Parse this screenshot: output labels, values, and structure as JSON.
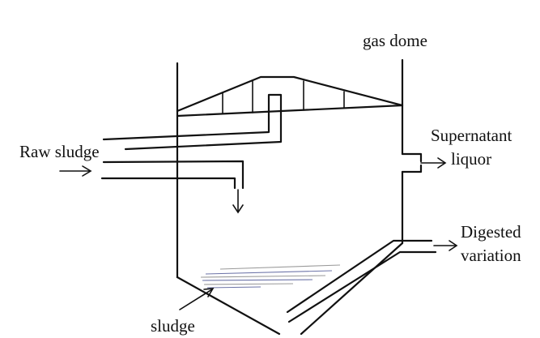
{
  "labels": {
    "gas_dome": "gas dome",
    "raw_sludge": "Raw sludge",
    "supernatant_line1": "Supernatant",
    "supernatant_line2": "liquor",
    "digested_line1": "Digested",
    "digested_line2": "variation",
    "sludge": "sludge"
  },
  "colors": {
    "ink": "#111111",
    "shade_gray": "#9a9a9a",
    "shade_blue": "#6d74a8"
  }
}
